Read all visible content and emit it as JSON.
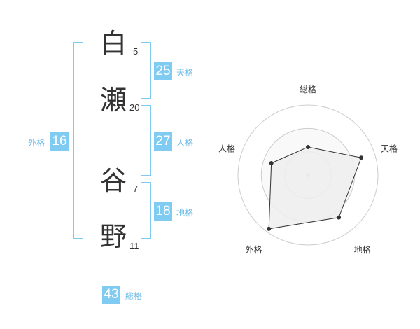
{
  "name": {
    "chars": [
      {
        "char": "白",
        "strokes": "5"
      },
      {
        "char": "瀬",
        "strokes": "20"
      },
      {
        "char": "谷",
        "strokes": "7"
      },
      {
        "char": "野",
        "strokes": "11"
      }
    ]
  },
  "kaku": {
    "tenkaku": {
      "value": "25",
      "label": "天格"
    },
    "jinkaku": {
      "value": "27",
      "label": "人格"
    },
    "chikaku": {
      "value": "18",
      "label": "地格"
    },
    "gaikaku": {
      "value": "16",
      "label": "外格"
    },
    "soukaku": {
      "value": "43",
      "label": "総格"
    }
  },
  "chart_data": {
    "type": "radar",
    "axes": [
      "総格",
      "天格",
      "地格",
      "外格",
      "人格"
    ],
    "values": [
      0.4,
      0.8,
      0.75,
      0.95,
      0.55
    ],
    "rings": 3,
    "colors": {
      "fill": "#efefef",
      "stroke": "#333333",
      "grid": "#cccccc",
      "accent": "#7fcbf2"
    }
  }
}
